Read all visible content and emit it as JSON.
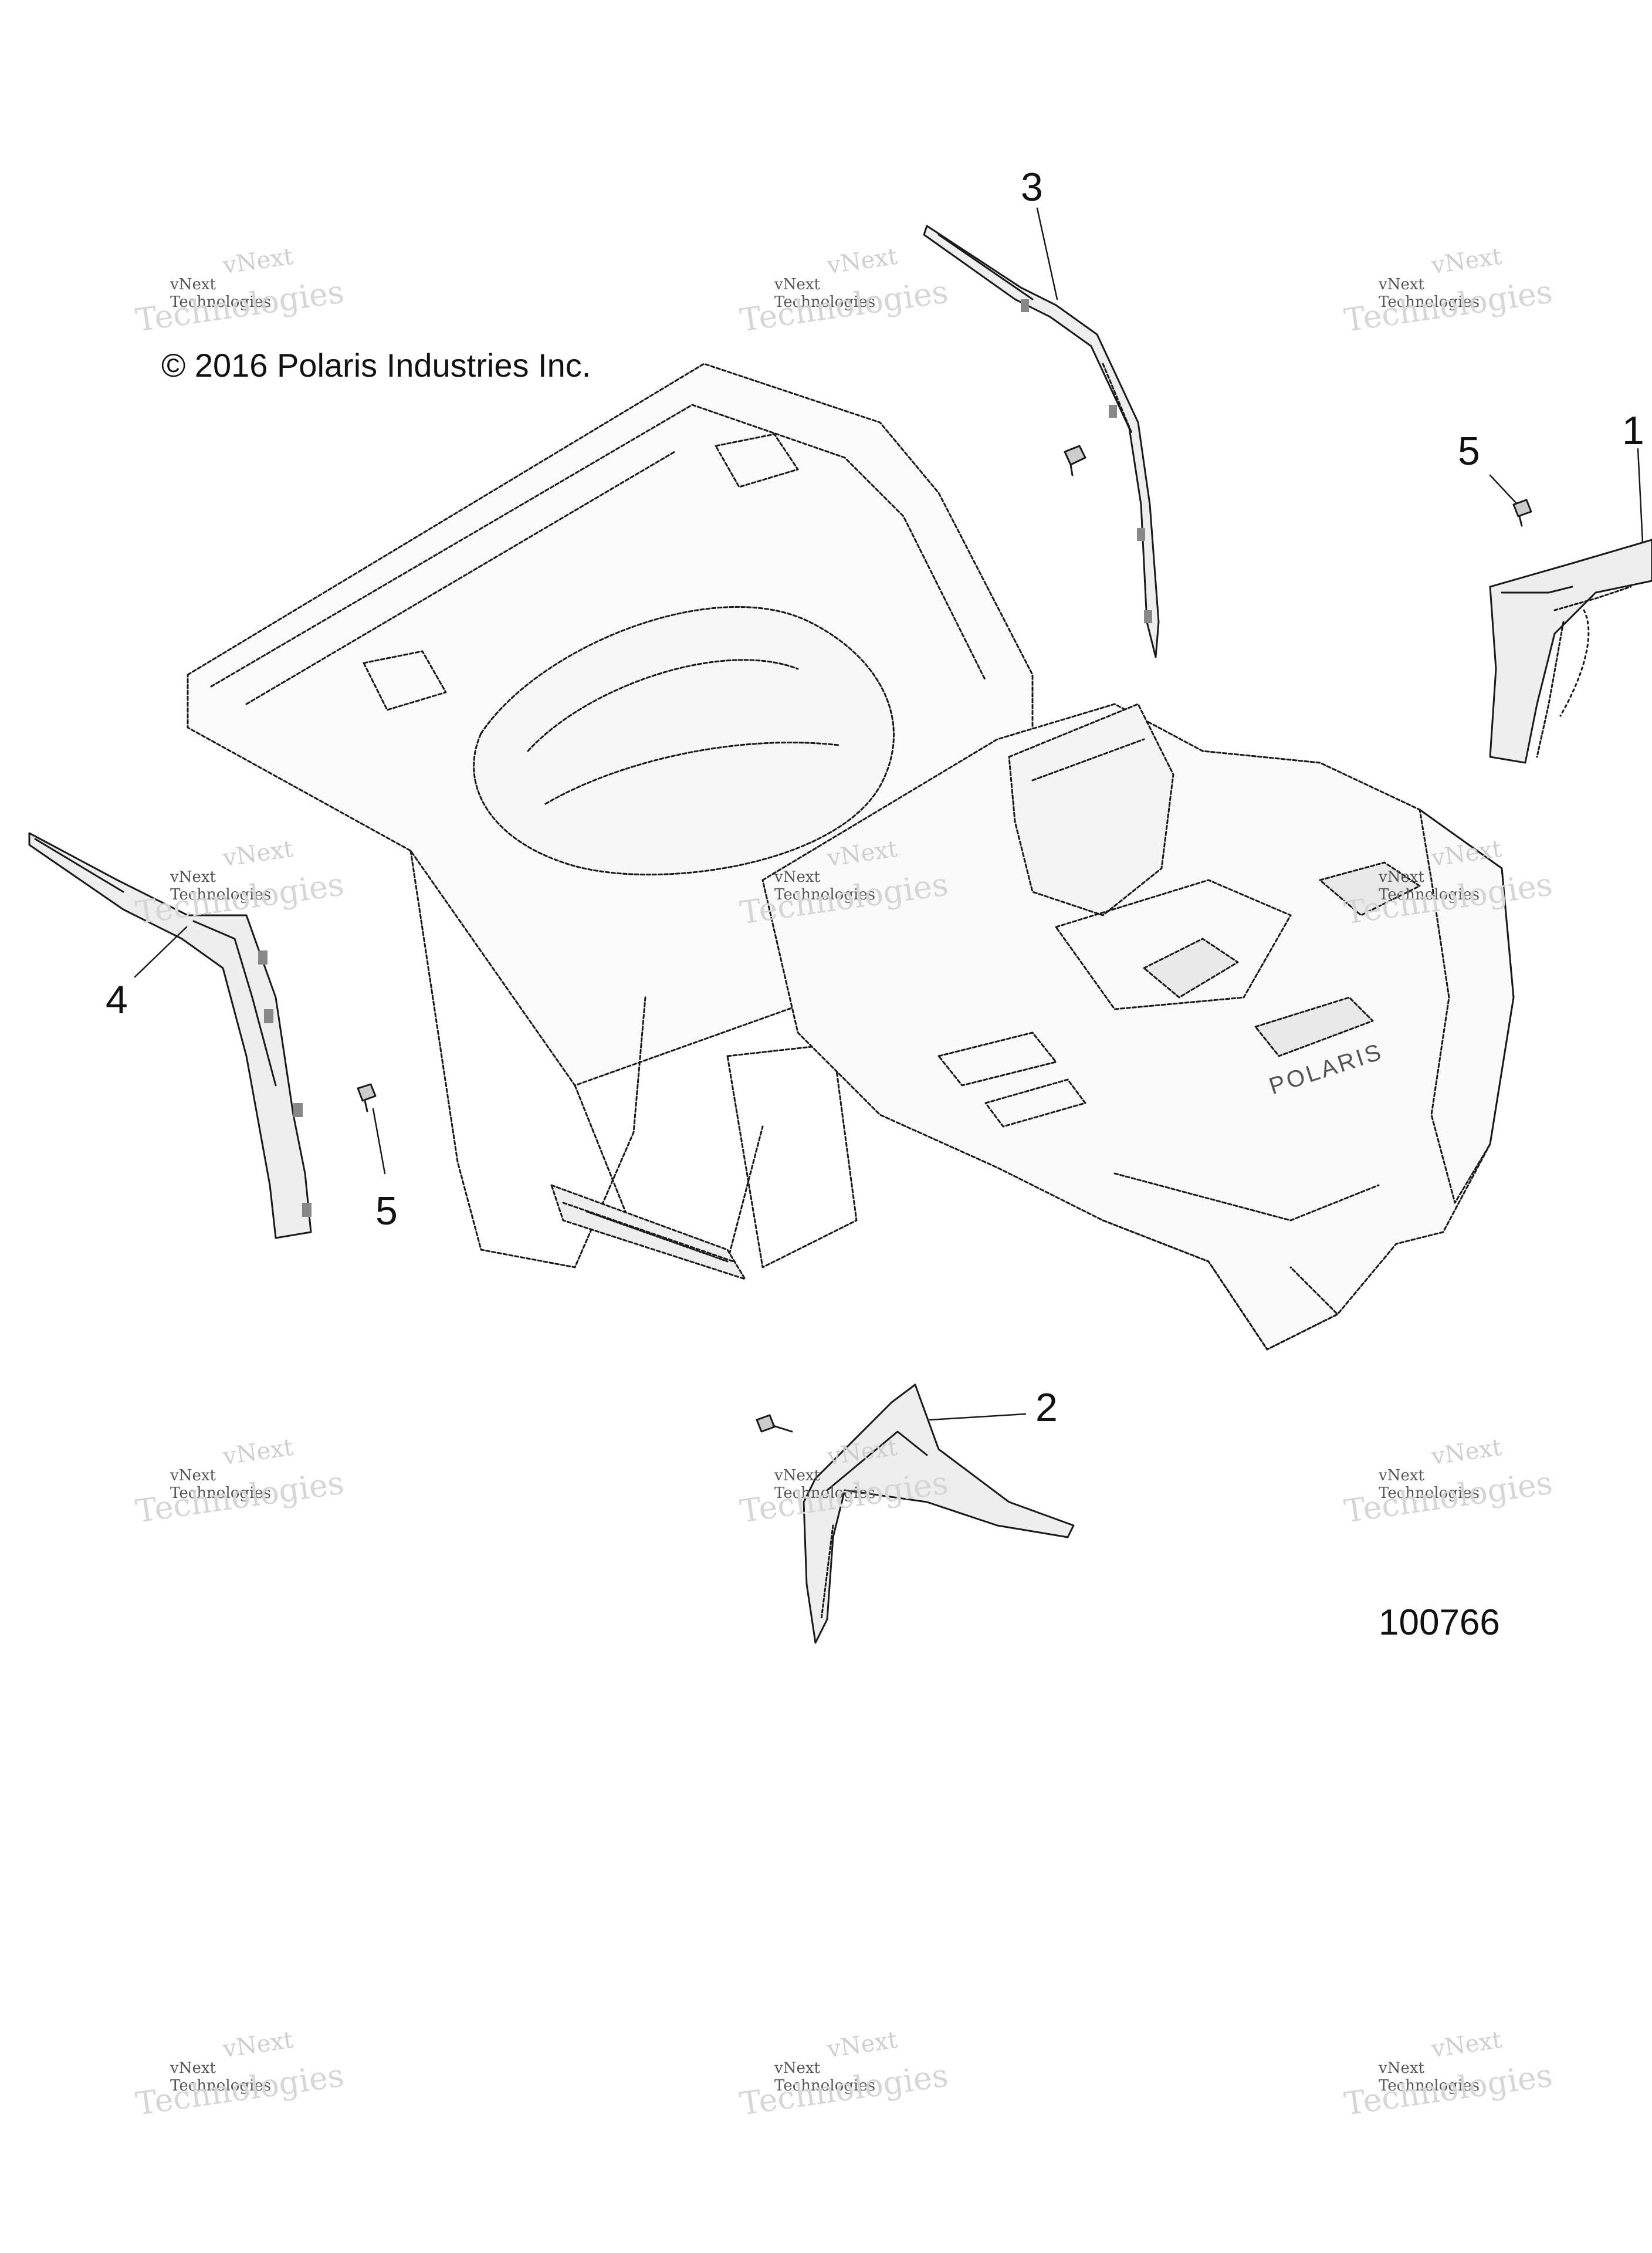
{
  "copyright": "© 2016 Polaris Industries Inc.",
  "figure_number": "100766",
  "callouts": [
    "3",
    "5",
    "1",
    "4",
    "5",
    "2"
  ],
  "watermark": {
    "line_small": "vNext Technologies",
    "line_top": "vNext",
    "line_big": "Technologies"
  },
  "fender_badge": "POLARIS",
  "colors": {
    "line": "#1a1a1a",
    "fill": "#f2f2f2",
    "watermark": "#cccccc"
  }
}
